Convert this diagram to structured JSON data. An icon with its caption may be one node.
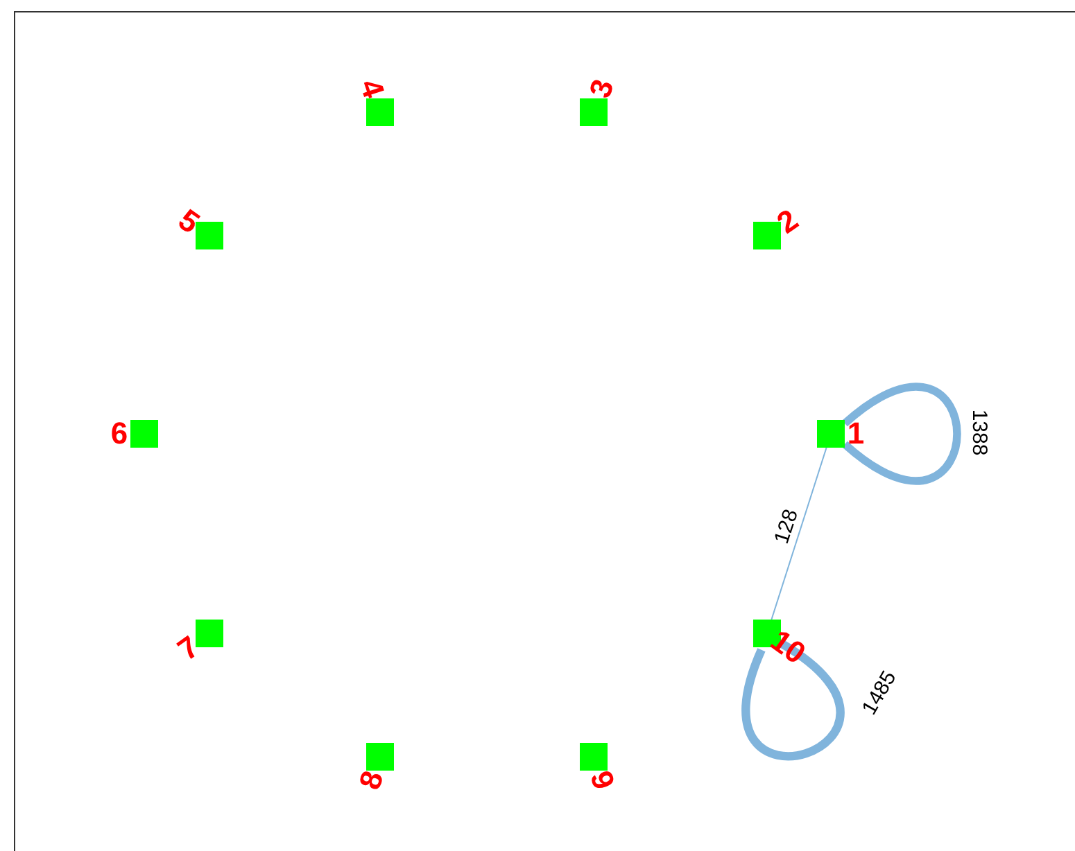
{
  "diagram": {
    "nodes": [
      {
        "text": [
          "1"
        ]
      },
      {
        "text": [
          "2"
        ]
      },
      {
        "text": [
          "3"
        ]
      },
      {
        "text": [
          "4"
        ]
      },
      {
        "text": [
          "5"
        ]
      },
      {
        "text": [
          "6"
        ]
      },
      {
        "text": [
          "7"
        ]
      },
      {
        "text": [
          "8"
        ]
      },
      {
        "text": [
          "9"
        ]
      },
      {
        "text": [
          "10"
        ]
      }
    ],
    "edges": [
      {
        "from": 0,
        "to": 0,
        "arrow": "none",
        "label": "1388"
      },
      {
        "from": 0,
        "to": 9,
        "arrow": "none",
        "label": "128"
      },
      {
        "from": 9,
        "to": 9,
        "arrow": "none",
        "label": "1485"
      }
    ]
  }
}
